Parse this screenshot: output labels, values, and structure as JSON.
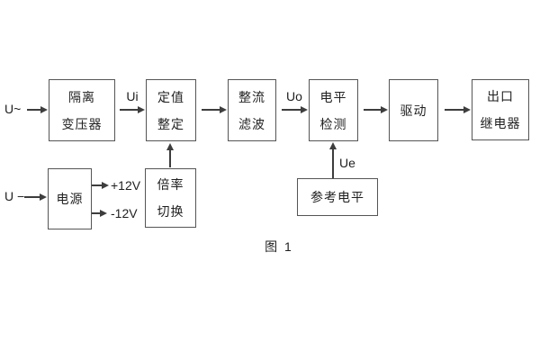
{
  "figure": {
    "caption": "图 1"
  },
  "inputs": {
    "ac_label": "U~",
    "dc_label": "U −"
  },
  "signals": {
    "ui": "Ui",
    "uo": "Uo",
    "ue": "Ue",
    "plus12v": "+12V",
    "minus12v": "-12V"
  },
  "blocks": {
    "isolation_transformer": {
      "line1": "隔离",
      "line2": "变压器"
    },
    "setting_adjust": {
      "line1": "定值",
      "line2": "整定"
    },
    "rectifier_filter": {
      "line1": "整流",
      "line2": "滤波"
    },
    "level_detector": {
      "line1": "电平",
      "line2": "检测"
    },
    "driver": {
      "line1": "驱动"
    },
    "output_relay": {
      "line1": "出口",
      "line2": "继电器"
    },
    "power_supply": {
      "line1": "电源"
    },
    "ratio_switch": {
      "line1": "倍率",
      "line2": "切换"
    },
    "reference_level": {
      "line1": "参考电平"
    }
  },
  "colors": {
    "background": "#ffffff",
    "line": "#3d3d3d",
    "border": "#555555",
    "text": "#1f1f1f"
  }
}
